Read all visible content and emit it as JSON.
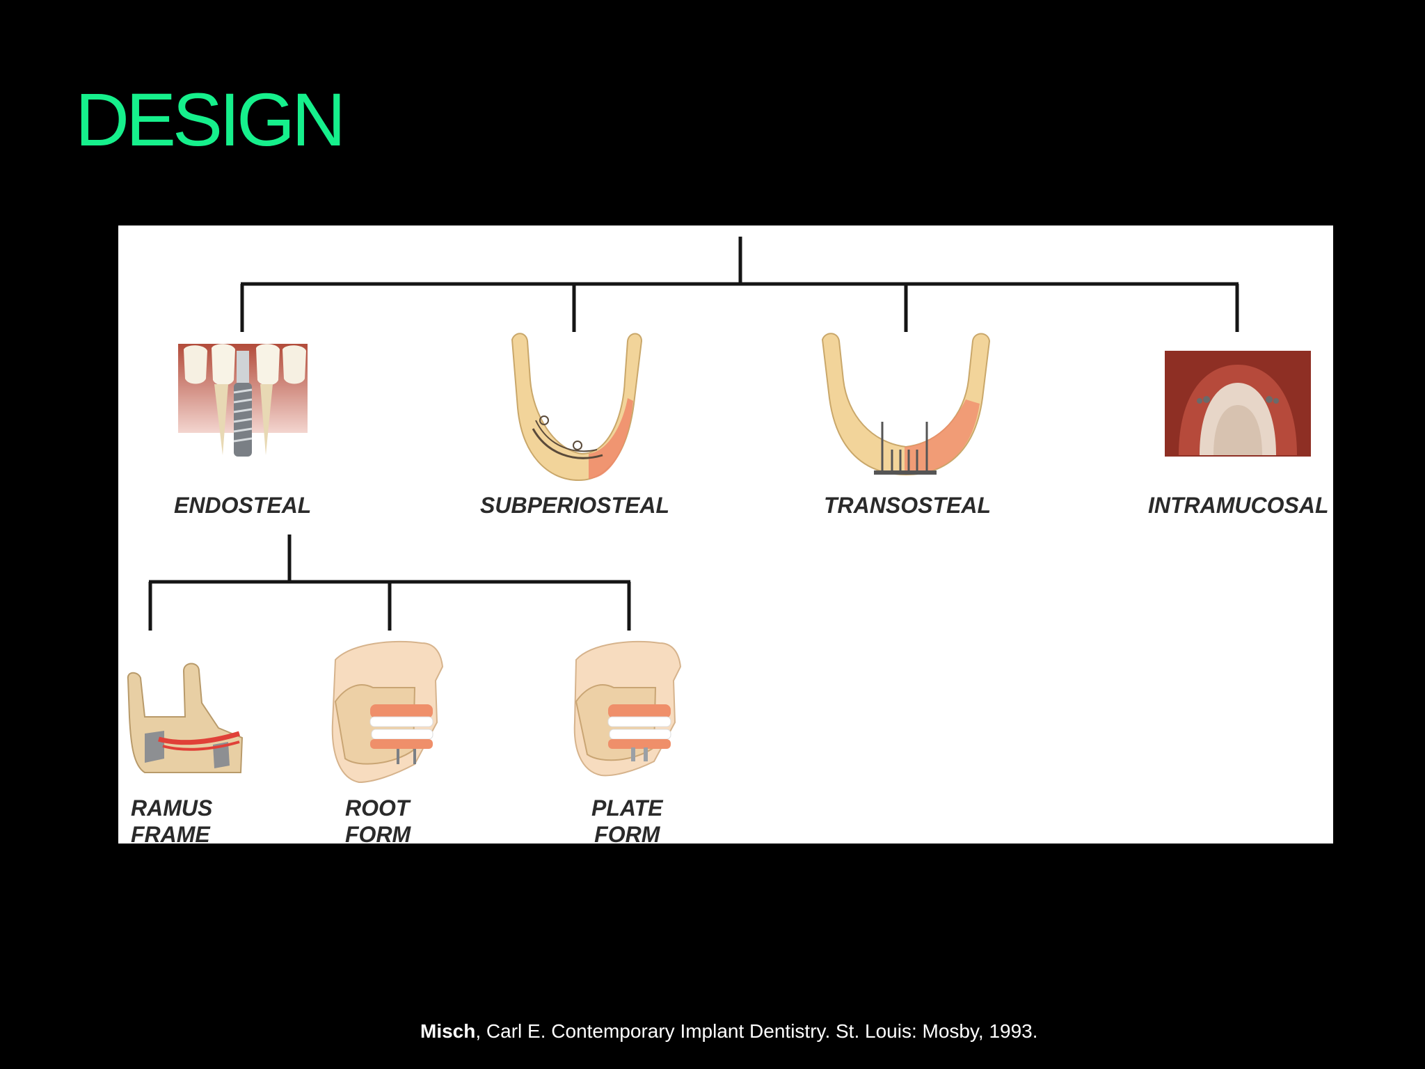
{
  "slide": {
    "title": "DESIGN"
  },
  "diagram": {
    "top_level": [
      {
        "label": "ENDOSTEAL",
        "image": "endosteal-implant-teeth-image"
      },
      {
        "label": "SUBPERIOSTEAL",
        "image": "subperiosteal-mandible-image"
      },
      {
        "label": "TRANSOSTEAL",
        "image": "transosteal-mandible-image"
      },
      {
        "label": "INTRAMUCOSAL",
        "image": "intramucosal-palate-photo"
      }
    ],
    "endosteal_subtypes": [
      {
        "line1": "RAMUS",
        "line2": "FRAME",
        "image": "ramus-frame-mandible-image"
      },
      {
        "line1": "ROOT",
        "line2": "FORM",
        "image": "root-form-jaw-image"
      },
      {
        "line1": "PLATE",
        "line2": "FORM",
        "image": "plate-form-jaw-image"
      }
    ]
  },
  "citation": {
    "author": "Misch",
    "rest": ", Carl E. Contemporary Implant Dentistry. St. Louis: Mosby, 1993."
  },
  "colors": {
    "title": "#16f08c",
    "background": "#000000",
    "panel": "#ffffff",
    "bone": "#f2d49a",
    "gum": "#f08a6a"
  }
}
